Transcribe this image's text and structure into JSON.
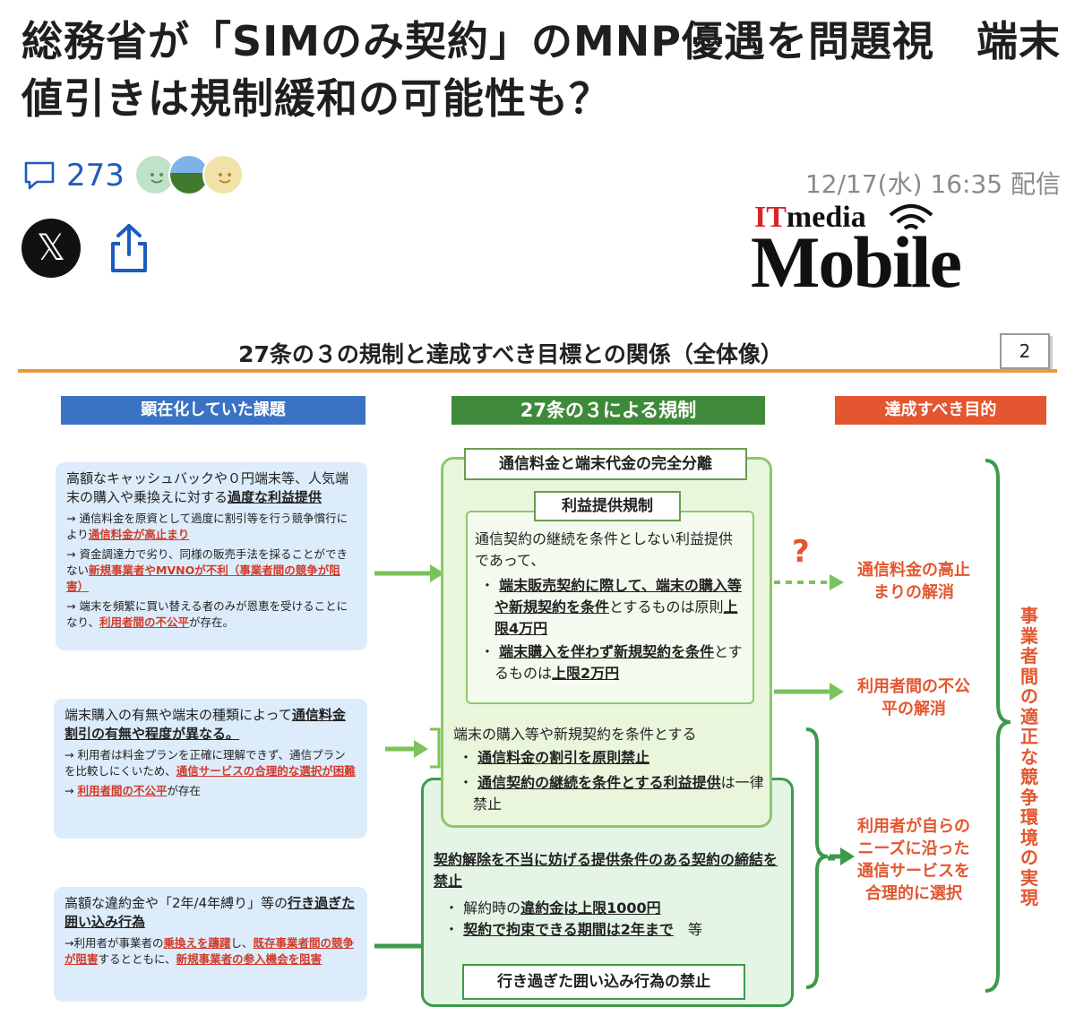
{
  "article": {
    "title": "総務省が「SIMのみ契約」のMNP優遇を問題視　端末値引きは規制緩和の可能性も？",
    "comment_count": "273",
    "date": "12/17(水) 16:35 配信",
    "share_x": "𝕏"
  },
  "logo": {
    "it": "IT",
    "media": "media",
    "mobile": "Mobile"
  },
  "slide": {
    "title": "27条の３の規制と達成すべき目標との関係（全体像）",
    "page_num": "2",
    "headers": {
      "left": "顕在化していた課題",
      "middle": "27条の３による規制",
      "right": "達成すべき目的"
    },
    "left_box1": {
      "main_a": "高額なキャッシュバックや０円端末等、人気端末の購入や乗換えに対する",
      "main_b": "過度な利益提供",
      "sub1_a": "→ 通信料金を原資として過度に割引等を行う競争慣行により",
      "sub1_b": "通信料金が高止まり",
      "sub2_a": "→ 資金調達力で劣り、同様の販売手法を採ることができない",
      "sub2_b": "新規事業者やMVNOが不利（事業者間の競争が阻害）",
      "sub3_a": "→ 端末を頻繁に買い替える者のみが恩恵を受けることになり、",
      "sub3_b": "利用者間の不公平",
      "sub3_c": "が存在。"
    },
    "left_box2": {
      "main_a": "端末購入の有無や端末の種類によって",
      "main_b": "通信料金割引の有無や程度が異なる。",
      "sub1_a": "→ 利用者は料金プランを正確に理解できず、通信プランを比較しにくいため、",
      "sub1_b": "通信サービスの合理的な選択が困難",
      "sub2_a": "→ ",
      "sub2_b": "利用者間の不公平",
      "sub2_c": "が存在"
    },
    "left_box3": {
      "main_a": "高額な違約金や「2年/4年縛り」等の",
      "main_b": "行き過ぎた囲い込み行為",
      "sub1_a": "→利用者が事業者の",
      "sub1_b": "乗換えを躊躇",
      "sub1_c": "し、",
      "sub1_d": "既存事業者間の競争が阻害",
      "sub1_e": "するとともに、",
      "sub1_f": "新規事業者の参入機会を阻害"
    },
    "middle": {
      "separation": "通信料金と端末代金の完全分離",
      "profit_rule": "利益提供規制",
      "para1": "通信契約の継続を条件としない利益提供であって、",
      "b1_a": "端末販売契約に際して、端末の購入等や新規契約を条件",
      "b1_b": "とするものは原則",
      "b1_c": "上限4万円",
      "b2_a": "端末購入を伴わず新規契約を条件",
      "b2_b": "とするものは",
      "b2_c": "上限2万円",
      "para2": "端末の購入等や新規契約を条件とする",
      "b3": "通信料金の割引を原則禁止",
      "b4_a": "通信契約の継続を条件とする利益提供",
      "b4_b": "は一律禁止",
      "para3": "契約解除を不当に妨げる提供条件のある契約の締結を禁止",
      "b5_a": "解約時の",
      "b5_b": "違約金は上限1000円",
      "b6_a": "契約で拘束できる期間は2年まで",
      "b6_b": "等",
      "lockin": "行き過ぎた囲い込み行為の禁止"
    },
    "goals": {
      "g1": "通信料金の高止まりの解消",
      "g2": "利用者間の不公平の解消",
      "g3": "利用者が自らのニーズに沿った通信サービスを合理的に選択",
      "vertical": "事業者間の適正な競争環境の実現",
      "question": "?"
    }
  }
}
